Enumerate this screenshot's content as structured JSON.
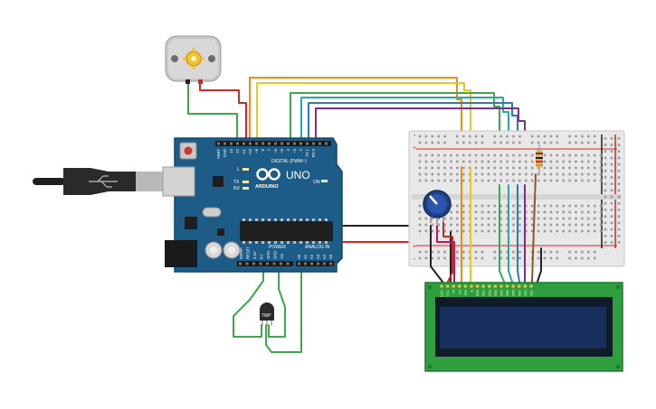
{
  "arduino": {
    "brand": "UNO",
    "logo_text": "ARDUINO",
    "header_digital": "DIGITAL (PWM~)",
    "header_power": "POWER",
    "header_analog": "ANALOG IN",
    "led_l": "L",
    "led_tx": "TX",
    "led_rx": "RX",
    "on_label": "ON",
    "digital_pins": [
      "13",
      "12",
      "~11",
      "~10",
      "~9",
      "8",
      "7",
      "~6",
      "~5",
      "4",
      "~3",
      "2",
      "TX 1",
      "RX 0"
    ],
    "power_pins": [
      "IOREF",
      "RESET",
      "3.3V",
      "5V",
      "GND",
      "GND",
      "Vin"
    ],
    "analog_pins": [
      "A0",
      "A1",
      "A2",
      "A3",
      "A4",
      "A5"
    ],
    "aref_gnd": [
      "AREF",
      "GND"
    ]
  },
  "sensor": {
    "label": "TMP"
  },
  "breadboard": {
    "plus": "+",
    "minus": "-"
  },
  "lcd": {
    "pins": [
      "GND",
      "VCC",
      "V0",
      "RS",
      "RW",
      "E",
      "DB0",
      "DB1",
      "DB2",
      "DB3",
      "DB4",
      "DB5",
      "DB6",
      "DB7",
      "LED",
      "LED"
    ]
  },
  "wire_colors": {
    "orange": "#f28a1c",
    "yellow": "#e9c81b",
    "green": "#3ea84a",
    "teal": "#2aa9a0",
    "blue": "#2b79c2",
    "purple": "#7a2ea0",
    "black": "#222222",
    "red": "#d7261e"
  }
}
